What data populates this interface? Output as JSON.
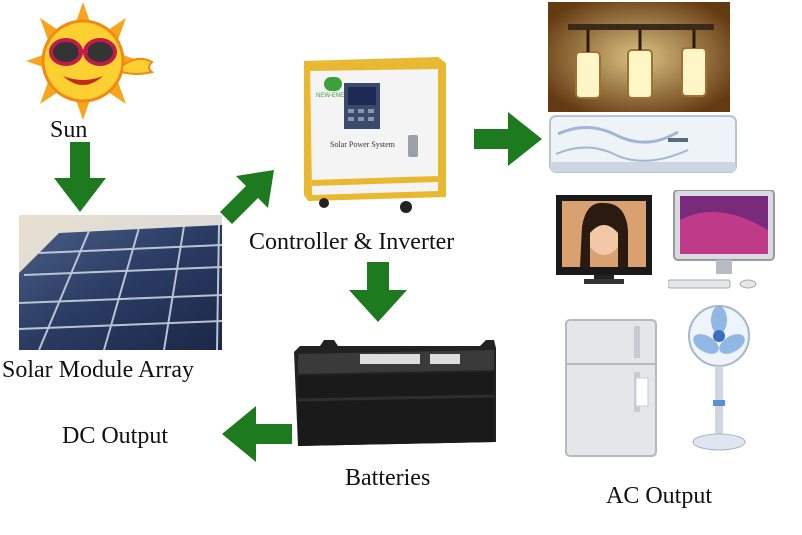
{
  "labels": {
    "sun": "Sun",
    "solar_array": "Solar Module Array",
    "controller": "Controller & Inverter",
    "batteries": "Batteries",
    "dc_output": "DC Output",
    "ac_output": "AC Output"
  },
  "device": {
    "panel_text": "Solar Power System",
    "logo_text": "NEW-ENE"
  },
  "colors": {
    "arrow": "#1e7a1e",
    "controller_trim": "#e8b830",
    "panel_blue": "#1d2b52"
  }
}
